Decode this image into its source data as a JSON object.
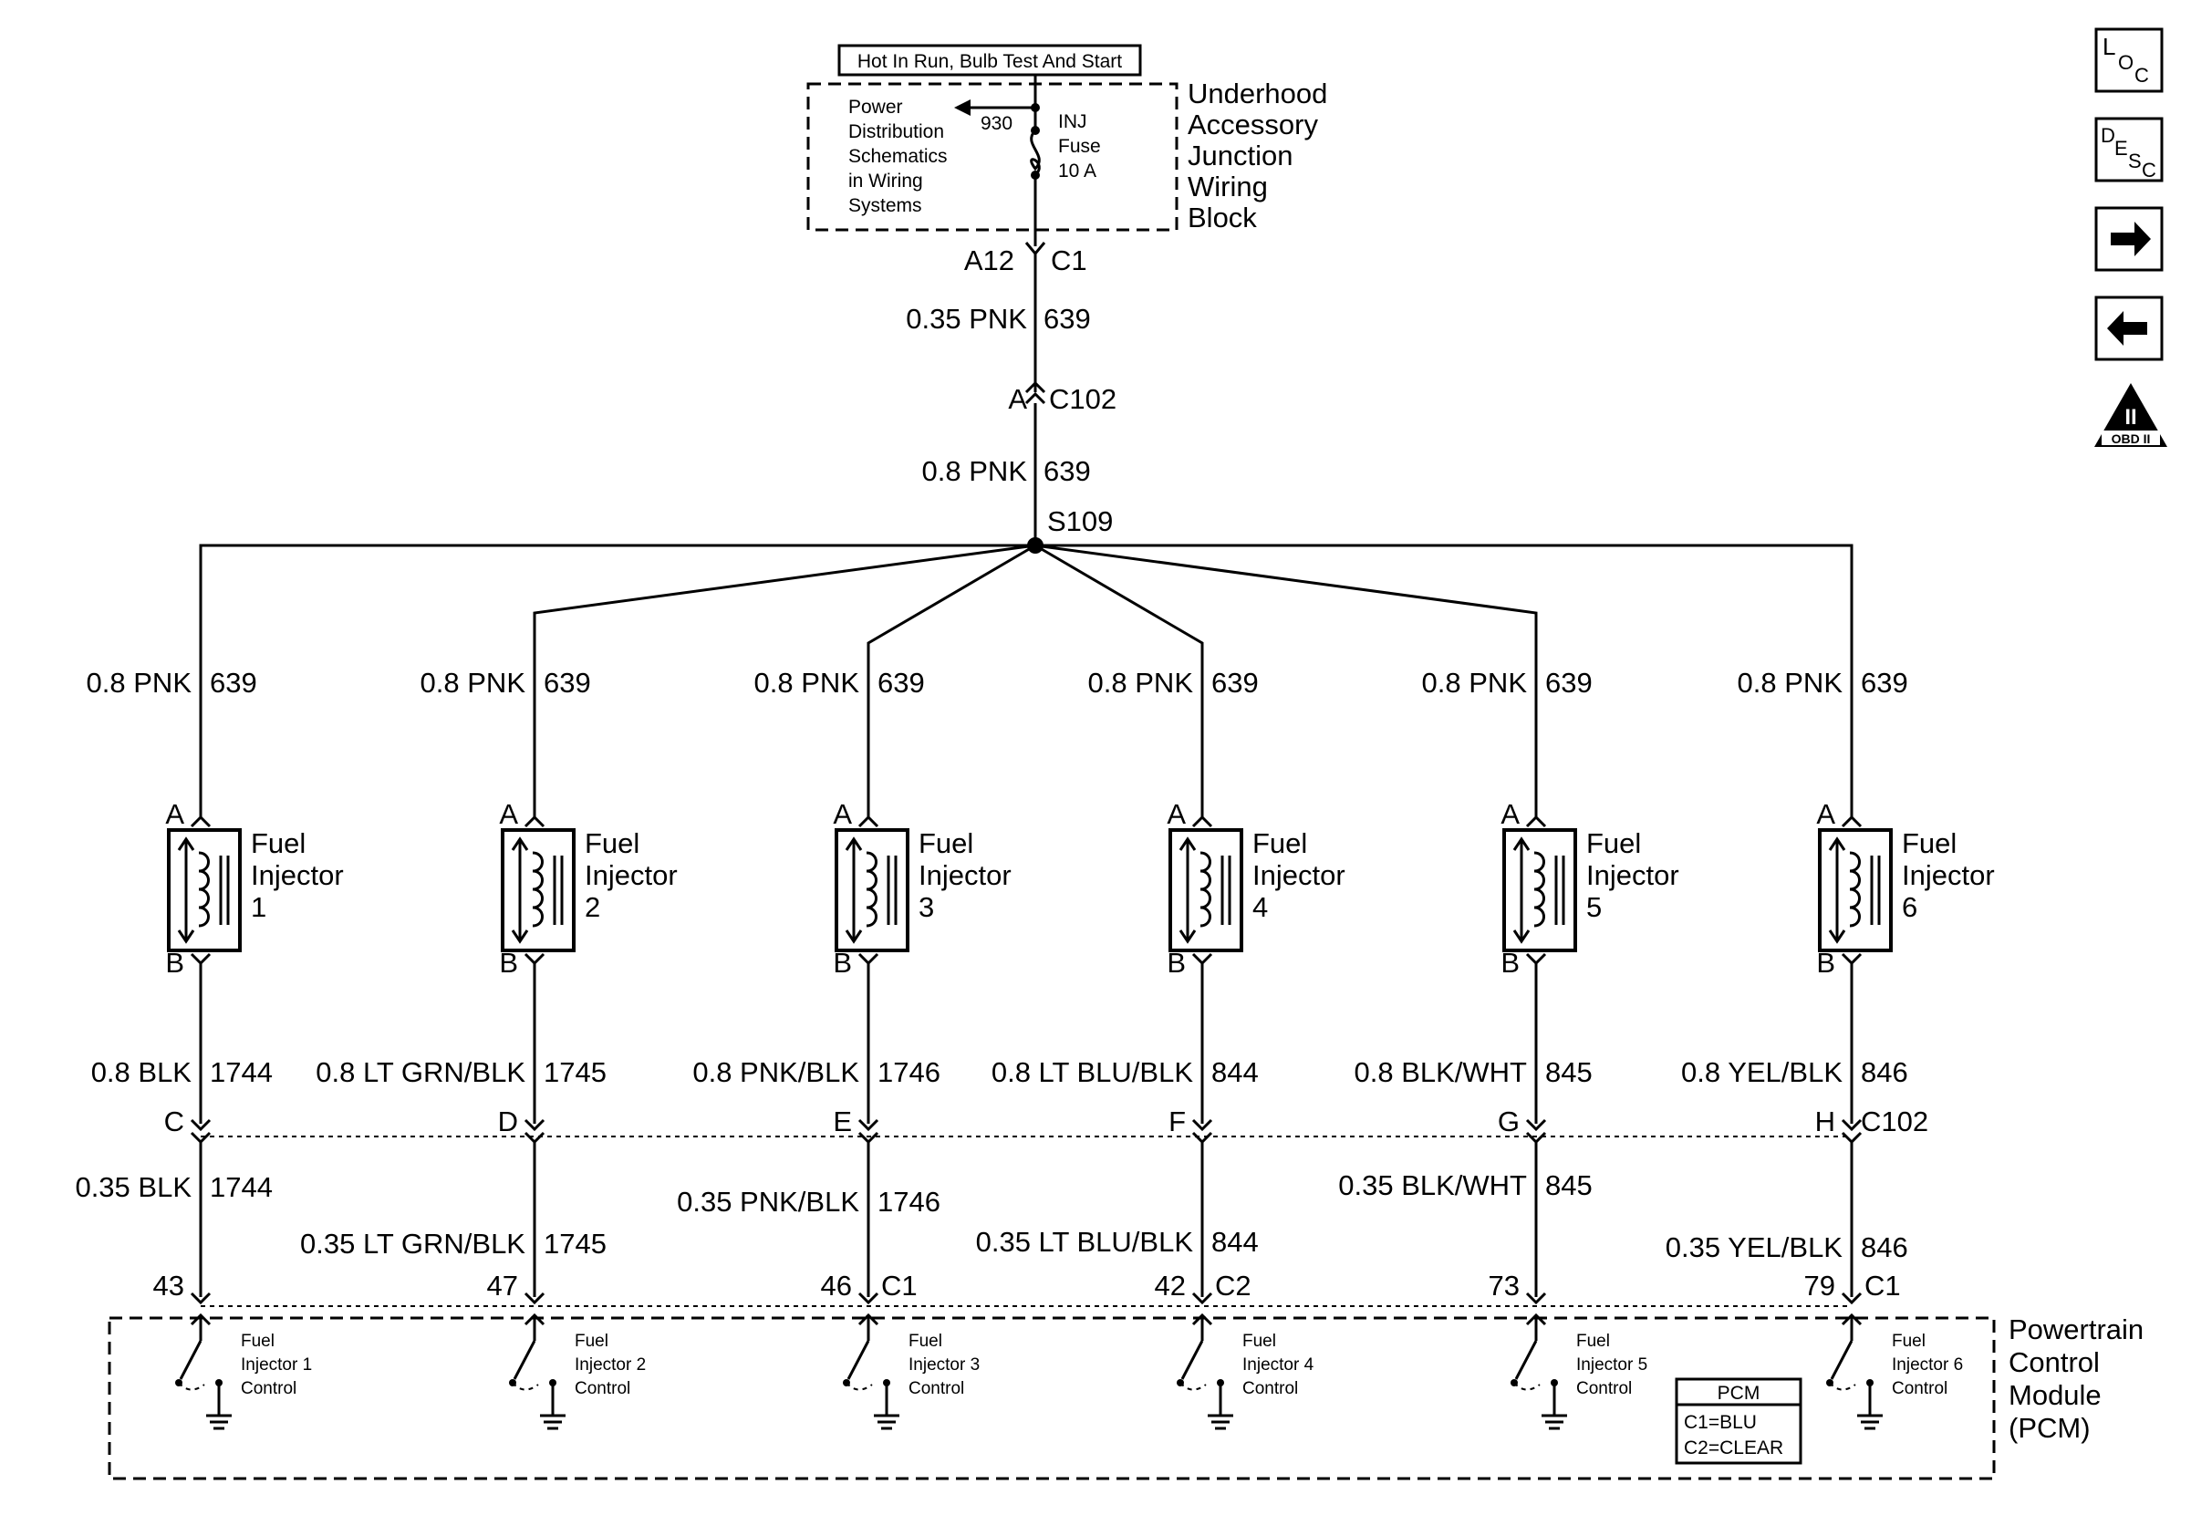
{
  "fuse_block": {
    "supply": "Hot In Run, Bulb Test And Start",
    "pdist_note": [
      "Power",
      "Distribution",
      "Schematics",
      "in Wiring",
      "Systems"
    ],
    "pdist_circuit": "930",
    "fuse_label": [
      "INJ",
      "Fuse",
      "10 A"
    ],
    "block_name": [
      "Underhood",
      "Accessory",
      "Junction",
      "Wiring",
      "Block"
    ],
    "terminal": "A12",
    "connector": "C1"
  },
  "feed": {
    "wire1": "0.35 PNK",
    "circuit1": "639",
    "inline_pin": "A",
    "inline_connector": "C102",
    "wire2": "0.8 PNK",
    "circuit2": "639",
    "splice": "S109"
  },
  "injectors": [
    {
      "feed_wire": "0.8 PNK",
      "feed_circuit": "639",
      "pin_a": "A",
      "pin_b": "B",
      "name": [
        "Fuel",
        "Injector",
        "1"
      ],
      "out_wire": "0.8 BLK",
      "out_circuit": "1744",
      "c102_pin": "C",
      "pcm_wire": "0.35 BLK",
      "pcm_circuit": "1744",
      "pcm_pin": "43",
      "pcm_conn": "",
      "driver": [
        "Fuel",
        "Injector 1",
        "Control"
      ]
    },
    {
      "feed_wire": "0.8 PNK",
      "feed_circuit": "639",
      "pin_a": "A",
      "pin_b": "B",
      "name": [
        "Fuel",
        "Injector",
        "2"
      ],
      "out_wire": "0.8 LT GRN/BLK",
      "out_circuit": "1745",
      "c102_pin": "D",
      "pcm_wire": "0.35 LT GRN/BLK",
      "pcm_circuit": "1745",
      "pcm_pin": "47",
      "pcm_conn": "",
      "driver": [
        "Fuel",
        "Injector 2",
        "Control"
      ]
    },
    {
      "feed_wire": "0.8 PNK",
      "feed_circuit": "639",
      "pin_a": "A",
      "pin_b": "B",
      "name": [
        "Fuel",
        "Injector",
        "3"
      ],
      "out_wire": "0.8 PNK/BLK",
      "out_circuit": "1746",
      "c102_pin": "E",
      "pcm_wire": "0.35 PNK/BLK",
      "pcm_circuit": "1746",
      "pcm_pin": "46",
      "pcm_conn": "C1",
      "driver": [
        "Fuel",
        "Injector 3",
        "Control"
      ]
    },
    {
      "feed_wire": "0.8 PNK",
      "feed_circuit": "639",
      "pin_a": "A",
      "pin_b": "B",
      "name": [
        "Fuel",
        "Injector",
        "4"
      ],
      "out_wire": "0.8 LT BLU/BLK",
      "out_circuit": "844",
      "c102_pin": "F",
      "pcm_wire": "0.35 LT BLU/BLK",
      "pcm_circuit": "844",
      "pcm_pin": "42",
      "pcm_conn": "C2",
      "driver": [
        "Fuel",
        "Injector 4",
        "Control"
      ]
    },
    {
      "feed_wire": "0.8 PNK",
      "feed_circuit": "639",
      "pin_a": "A",
      "pin_b": "B",
      "name": [
        "Fuel",
        "Injector",
        "5"
      ],
      "out_wire": "0.8 BLK/WHT",
      "out_circuit": "845",
      "c102_pin": "G",
      "pcm_wire": "0.35 BLK/WHT",
      "pcm_circuit": "845",
      "pcm_pin": "73",
      "pcm_conn": "",
      "driver": [
        "Fuel",
        "Injector 5",
        "Control"
      ]
    },
    {
      "feed_wire": "0.8 PNK",
      "feed_circuit": "639",
      "pin_a": "A",
      "pin_b": "B",
      "name": [
        "Fuel",
        "Injector",
        "6"
      ],
      "out_wire": "0.8 YEL/BLK",
      "out_circuit": "846",
      "c102_pin": "H",
      "pcm_wire": "0.35 YEL/BLK",
      "pcm_circuit": "846",
      "pcm_pin": "79",
      "pcm_conn": "C1",
      "driver": [
        "Fuel",
        "Injector 6",
        "Control"
      ]
    }
  ],
  "c102_row_label": "C102",
  "pcm": {
    "name": [
      "Powertrain",
      "Control",
      "Module",
      "(PCM)"
    ],
    "legend_title": "PCM",
    "legend_rows": [
      "C1=BLU",
      "C2=CLEAR"
    ]
  },
  "nav": {
    "loc": {
      "big": "L",
      "small": "O",
      "tail": "C"
    },
    "desc": {
      "big": "D",
      "small": "E",
      "s": "S",
      "tail": "C"
    },
    "forward_icon": "arrow-right-icon",
    "back_icon": "arrow-left-icon",
    "obd": {
      "mark": "II",
      "label": "OBD II"
    }
  }
}
